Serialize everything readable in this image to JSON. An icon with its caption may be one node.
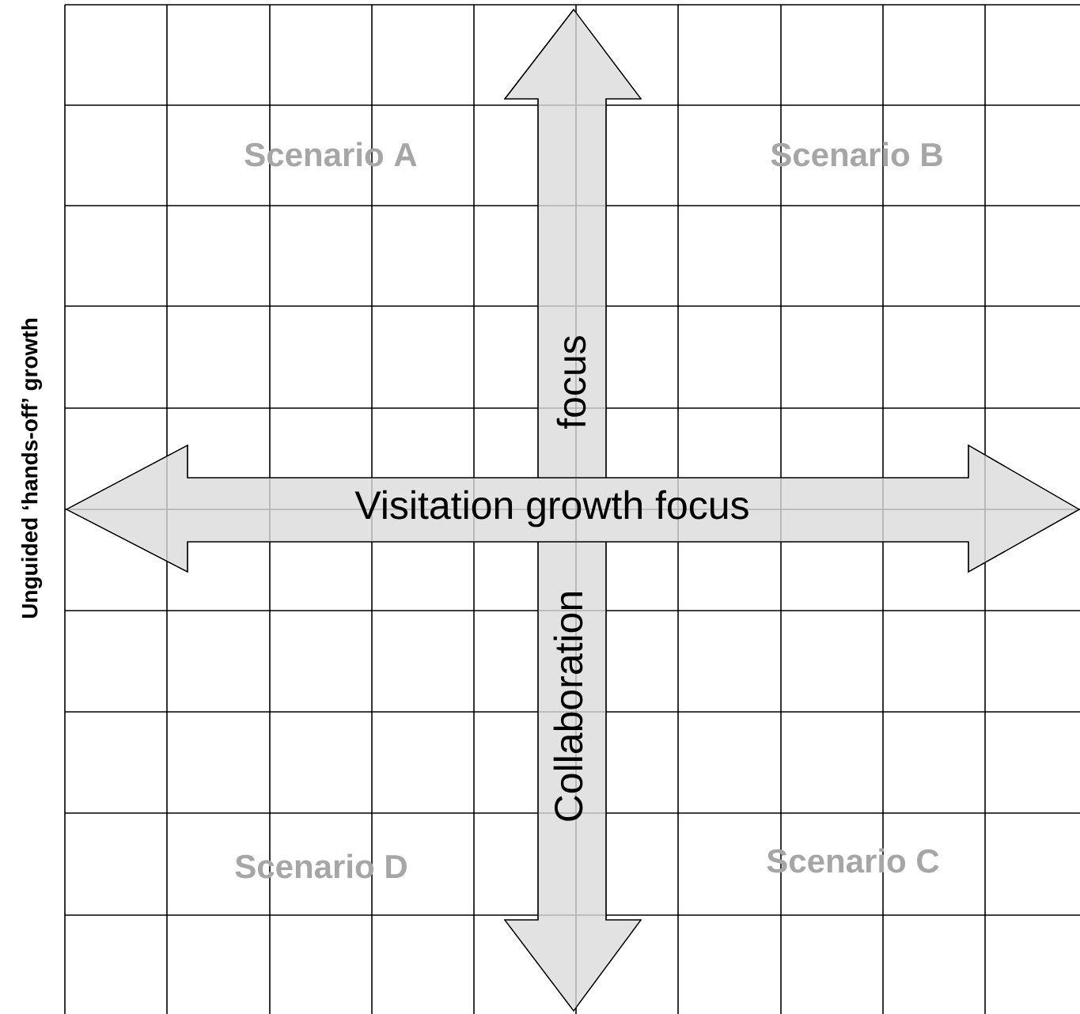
{
  "diagram": {
    "nodes": [
      {
        "text": [
          "focus",
          "Collaboration"
        ]
      },
      {
        "text": [
          "Visitation growth focus"
        ]
      }
    ],
    "labels": [
      "Scenario A",
      "Scenario B",
      "Unguided ‘hands-off’ growth",
      "Scenario D",
      "Scenario C"
    ]
  }
}
